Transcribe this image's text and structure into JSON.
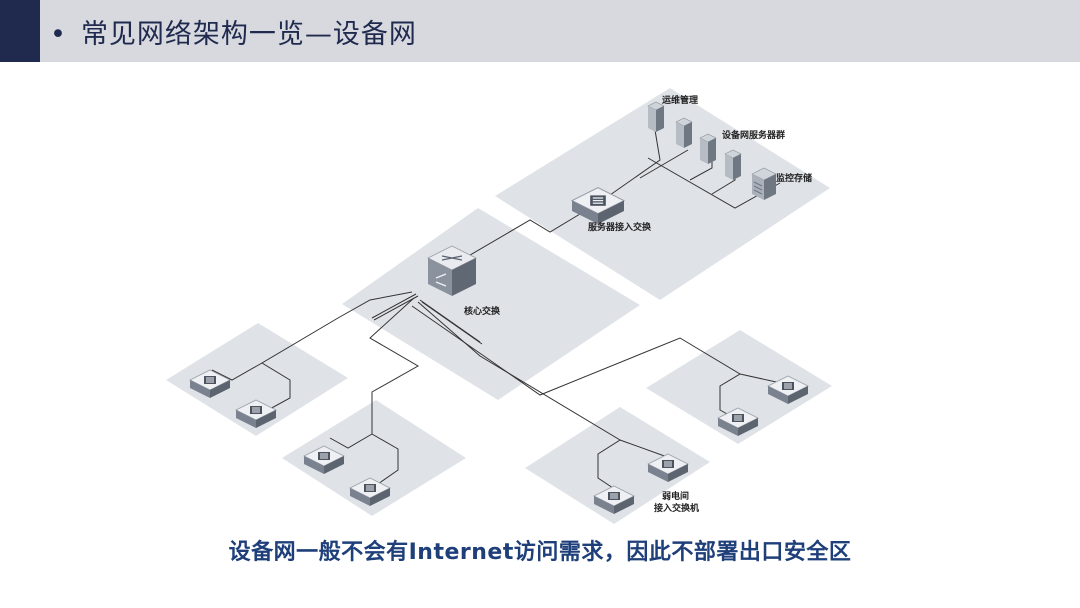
{
  "header": {
    "bullet": "•",
    "title": "常见网络架构一览—设备网"
  },
  "diagram": {
    "labels": {
      "ops": "运维管理",
      "server_group": "设备网服务器群",
      "storage": "监控存储",
      "server_access": "服务器接入交换",
      "core": "核心交换",
      "weak_line1": "弱电间",
      "weak_line2": "接入交换机"
    }
  },
  "caption": "设备网一般不会有Internet访问需求，因此不部署出口安全区",
  "colors": {
    "accent": "#1f2a4e",
    "header_bg": "#d7d9df",
    "zone": "#dfe3e8",
    "caption": "#1e3f7a"
  }
}
